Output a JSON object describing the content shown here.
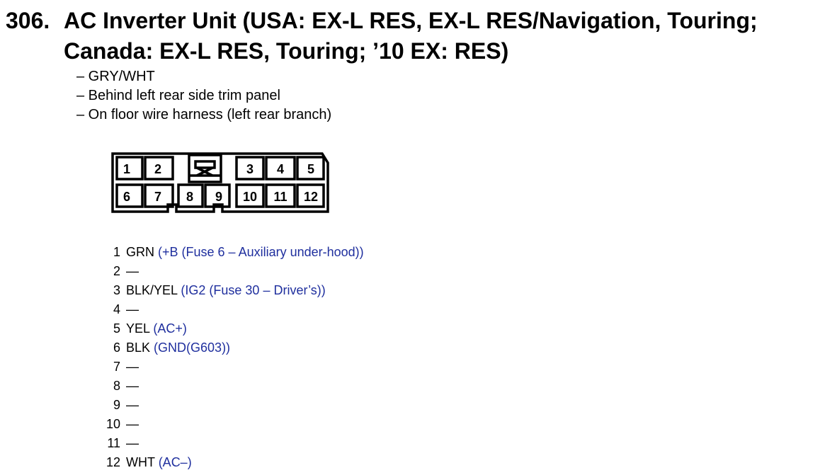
{
  "heading": {
    "number": "306.",
    "line1": "AC Inverter Unit (USA: EX-L RES, EX-L RES/Navigation, Touring;",
    "line2": "Canada: EX-L RES, Touring; ’10 EX: RES)"
  },
  "notes": [
    "– GRY/WHT",
    "– Behind left rear side trim panel",
    "– On floor wire harness (left rear branch)"
  ],
  "connector": {
    "top_row": [
      "1",
      "2",
      "3",
      "4",
      "5"
    ],
    "bottom_row": [
      "6",
      "7",
      "8",
      "9",
      "10",
      "11",
      "12"
    ]
  },
  "pins": [
    {
      "num": "1",
      "wire": "GRN",
      "desc": "(+B (Fuse 6 – Auxiliary under-hood))"
    },
    {
      "num": "2",
      "wire": "—",
      "desc": ""
    },
    {
      "num": "3",
      "wire": "BLK/YEL",
      "desc": "(IG2 (Fuse 30 – Driver’s))"
    },
    {
      "num": "4",
      "wire": "—",
      "desc": ""
    },
    {
      "num": "5",
      "wire": "YEL",
      "desc": "(AC+)"
    },
    {
      "num": "6",
      "wire": "BLK",
      "desc": "(GND(G603))"
    },
    {
      "num": "7",
      "wire": "—",
      "desc": ""
    },
    {
      "num": "8",
      "wire": "—",
      "desc": ""
    },
    {
      "num": "9",
      "wire": "—",
      "desc": ""
    },
    {
      "num": "10",
      "wire": "—",
      "desc": ""
    },
    {
      "num": "11",
      "wire": "—",
      "desc": ""
    },
    {
      "num": "12",
      "wire": "WHT",
      "desc": "(AC–)"
    }
  ],
  "colors": {
    "text": "#000000",
    "description": "#1f2f9e"
  }
}
